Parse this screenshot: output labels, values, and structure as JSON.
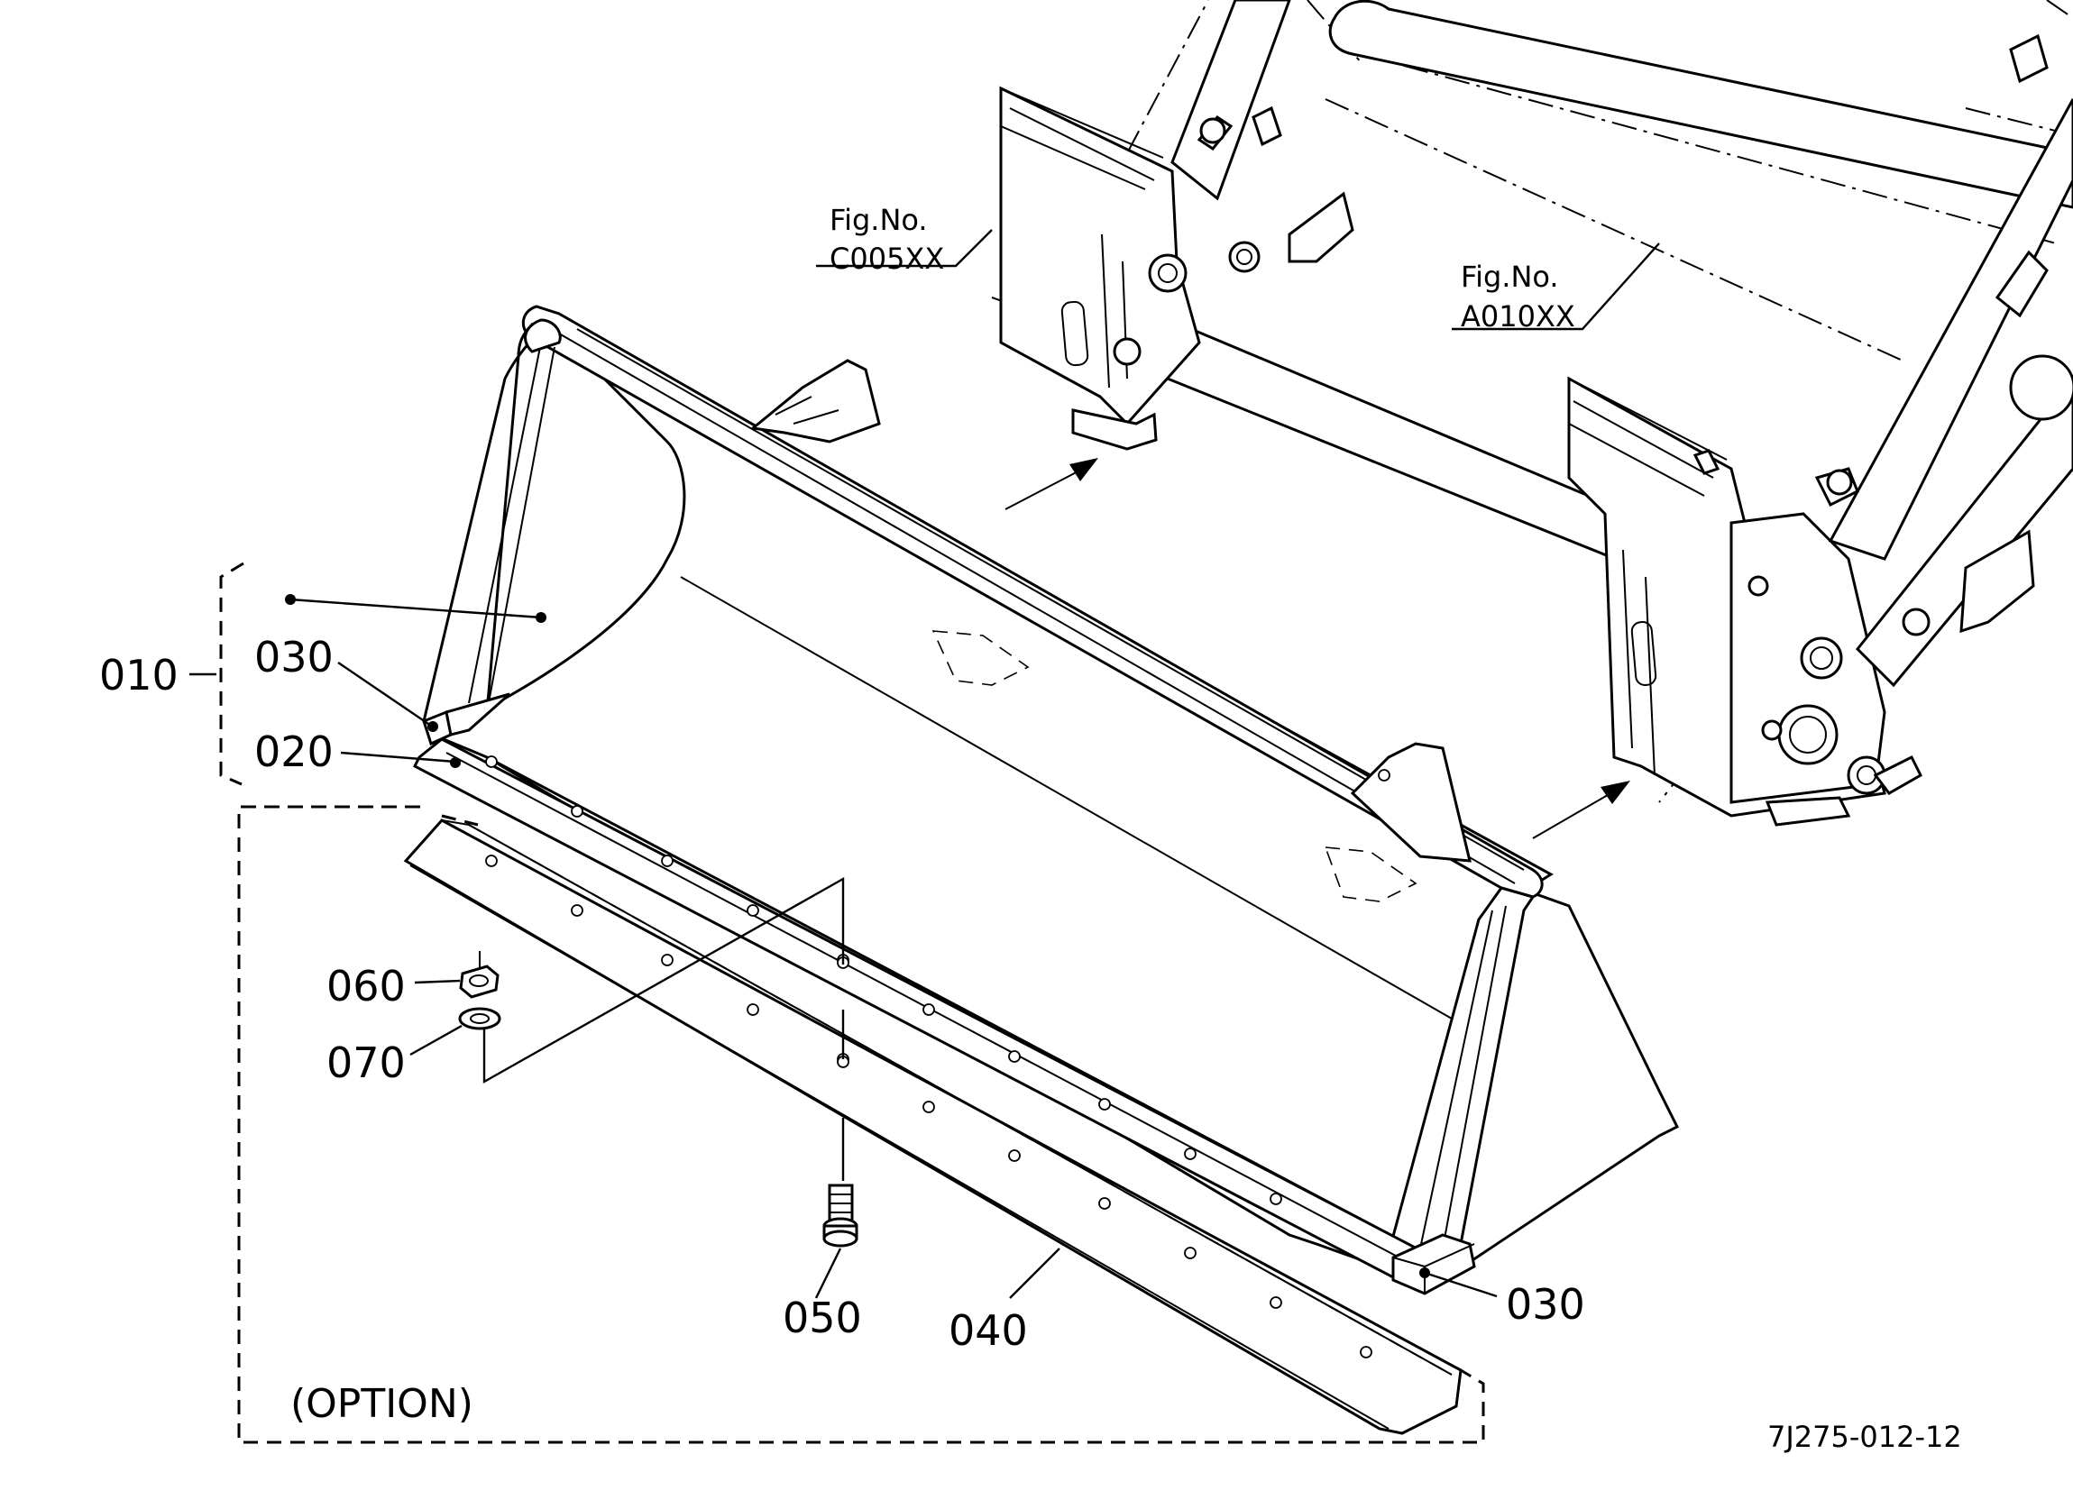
{
  "diagram": {
    "callouts": [
      {
        "id": "010",
        "label": "010"
      },
      {
        "id": "020",
        "label": "020"
      },
      {
        "id": "030a",
        "label": "030"
      },
      {
        "id": "030b",
        "label": "030"
      },
      {
        "id": "040",
        "label": "040"
      },
      {
        "id": "050",
        "label": "050"
      },
      {
        "id": "060",
        "label": "060"
      },
      {
        "id": "070",
        "label": "070"
      }
    ],
    "figure_refs": [
      {
        "id": "c005",
        "line1": "Fig.No.",
        "line2": "C005XX"
      },
      {
        "id": "a010",
        "line1": "Fig.No.",
        "line2": "A010XX"
      }
    ],
    "option_label": "(OPTION)",
    "drawing_code": "7J275-012-12"
  }
}
